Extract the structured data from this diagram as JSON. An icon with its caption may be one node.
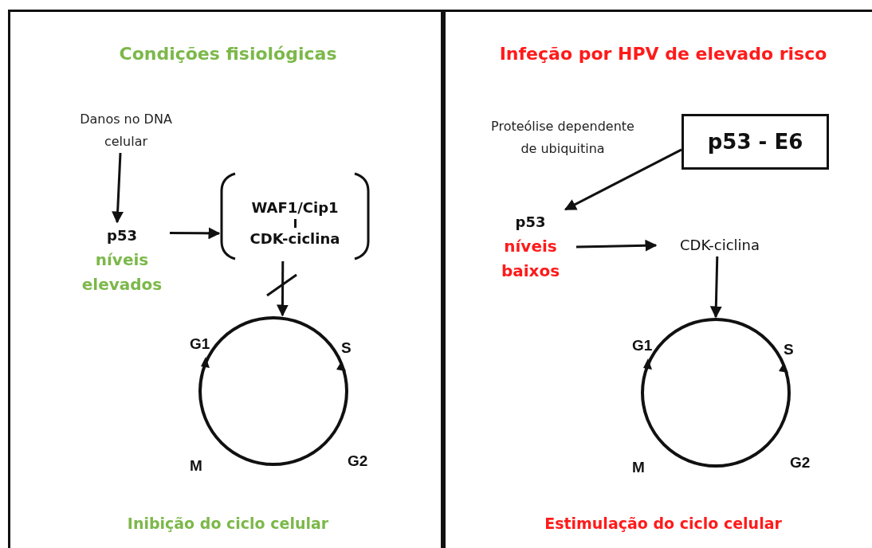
{
  "diagram": {
    "nodes": [
      {
        "text": [
          "Condições fisiológicas",
          "Inibição do ciclo celular"
        ]
      },
      {
        "text": [
          "Danos no DNA celular"
        ],
        "in": 0
      },
      {
        "text": [
          "p53",
          "níveis elevados"
        ],
        "in": 0
      },
      {
        "text": [
          "WAF1/Cip1",
          "CDK-ciclina"
        ],
        "in": 0
      },
      {
        "text": [],
        "shape": "circle",
        "in": 0,
        "beside": [
          "G1",
          "S",
          "M",
          "G2"
        ]
      },
      {
        "text": [
          "Infeção por HPV de elevado risco",
          "Estimulação do ciclo celular"
        ]
      },
      {
        "text": [
          "Proteólise dependente de ubiquitina"
        ],
        "in": 5
      },
      {
        "text": [
          "p53 - E6"
        ],
        "in": 5
      },
      {
        "text": [
          "p53",
          "níveis baixos"
        ],
        "in": 5
      },
      {
        "text": [
          "CDK-ciclina"
        ],
        "in": 5
      },
      {
        "text": [],
        "shape": "circle",
        "in": 5,
        "beside": [
          "G1",
          "S",
          "M",
          "G2"
        ]
      }
    ],
    "edges": [
      {
        "from": 1,
        "to": 2,
        "arrow": "to"
      },
      {
        "from": 2,
        "to": 3,
        "arrow": "to"
      },
      {
        "from": 3,
        "to": 4,
        "arrow": "to"
      },
      {
        "from": 7,
        "to": 8,
        "arrow": "to"
      },
      {
        "from": 8,
        "to": 9,
        "arrow": "to"
      },
      {
        "from": 9,
        "to": 10,
        "arrow": "to"
      }
    ]
  }
}
